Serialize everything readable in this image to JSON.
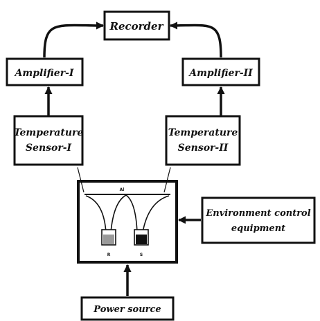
{
  "nodes": {
    "recorder": "Recorder",
    "amplifier_1": "Amplifier-I",
    "amplifier_2": "Amplifier-II",
    "sensor_1_line1": "Temperature",
    "sensor_1_line2": "Sensor-I",
    "sensor_2_line1": "Temperature",
    "sensor_2_line2": "Sensor-II",
    "environment_line1": "Environment control",
    "environment_line2": "equipment",
    "power": "Power source"
  },
  "chamber": {
    "top_label": "Al",
    "left_cup_label": "R",
    "right_cup_label": "S"
  },
  "colors": {
    "line": "#111111",
    "reference_fill": "#9a9a9a",
    "sample_fill": "#111111"
  }
}
